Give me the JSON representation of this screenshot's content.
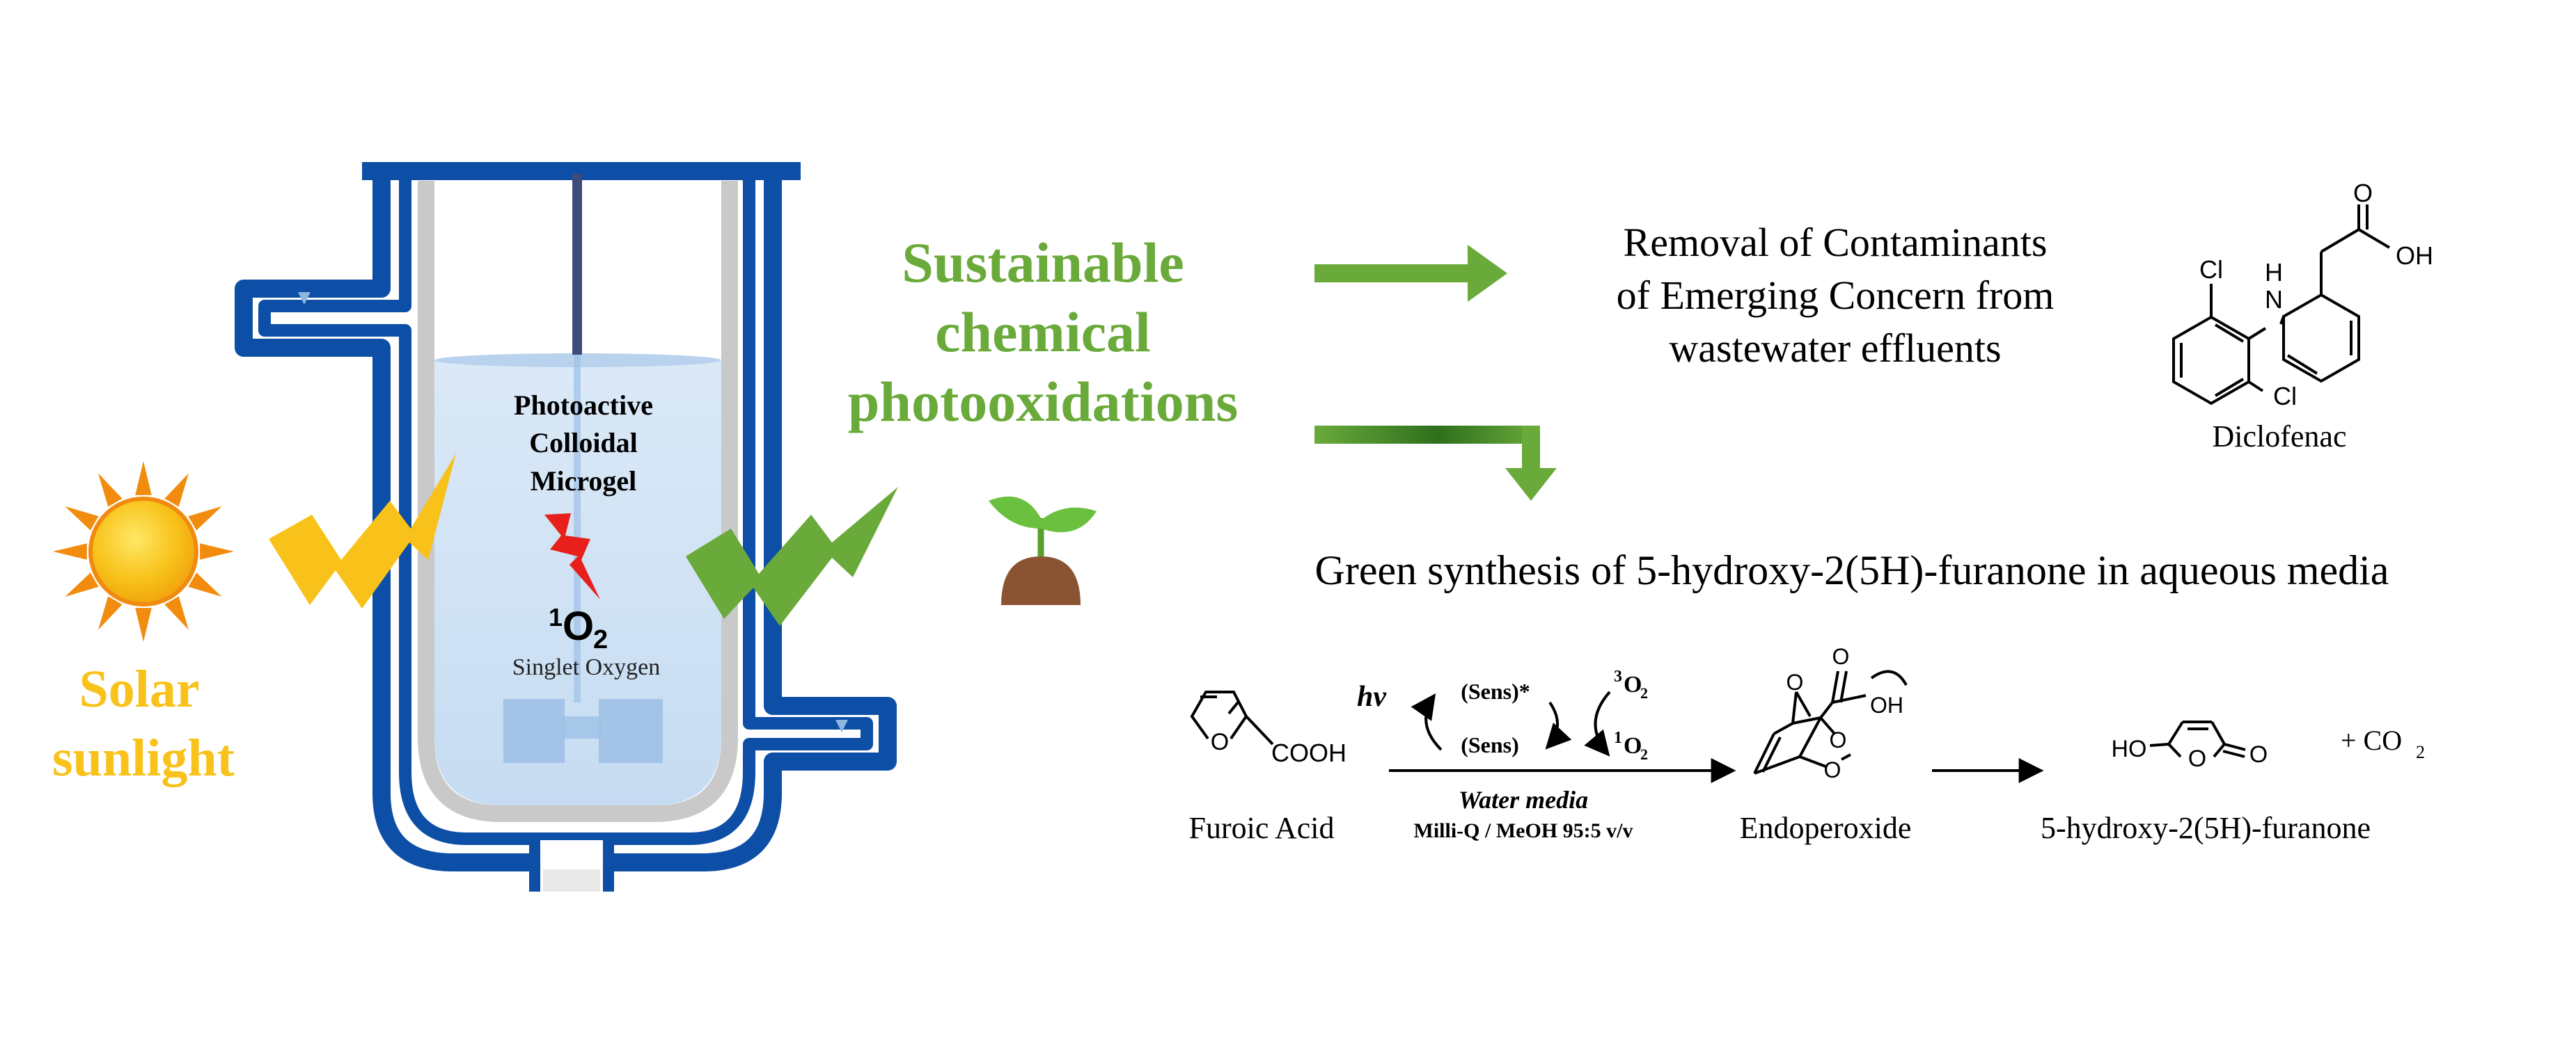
{
  "colors": {
    "reactor_blue": "#0d4ea6",
    "vessel_gray": "#c9c9c9",
    "liquid": "#cfe2f5",
    "green": "#6aaa3a",
    "solar_yellow": "#f8c21a",
    "bolt_red": "#e8201c",
    "sun_orange": "#f28c0f"
  },
  "reactor": {
    "label_line1": "Photoactive",
    "label_line2": "Colloidal",
    "label_line3": "Microgel",
    "o2_sup": "1",
    "o2_main": "O",
    "o2_sub": "2",
    "singlet_label": "Singlet Oxygen"
  },
  "solar": {
    "line1": "Solar",
    "line2": "sunlight"
  },
  "sustainable": {
    "line1": "Sustainable",
    "line2": "chemical",
    "line3": "photooxidations"
  },
  "removal": {
    "line1": "Removal of Contaminants",
    "line2": "of Emerging Concern from",
    "line3": "wastewater effluents"
  },
  "diclofenac": {
    "name": "Diclofenac",
    "cl_top": "Cl",
    "cl_bottom": "Cl",
    "h": "H",
    "n": "N",
    "o": "O",
    "oh": "OH"
  },
  "green_title": "Green synthesis of 5-hydroxy-2(5H)-furanone in aqueous media",
  "scheme": {
    "furoic_label": "Furoic Acid",
    "furoic_o": "O",
    "cooh": "COOH",
    "hv": "hν",
    "sens_star": "(Sens)*",
    "sens": "(Sens)",
    "o2_triplet_sup": "3",
    "o2_singlet_sup": "1",
    "o2": "O",
    "o2_sub": "2",
    "water_media": "Water media",
    "solvent": "Milli-Q / MeOH 95:5 v/v",
    "endoperoxide_label": "Endoperoxide",
    "endo_o_bridge": "O",
    "endo_o_carbonyl": "O",
    "endo_oh": "OH",
    "endo_o1": "O",
    "endo_o2": "O",
    "product_label": "5-hydroxy-2(5H)-furanone",
    "ho": "HO",
    "prod_o_ring": "O",
    "prod_o_carbonyl": "O",
    "co2_prefix": "+ CO",
    "co2_sub": "2"
  }
}
